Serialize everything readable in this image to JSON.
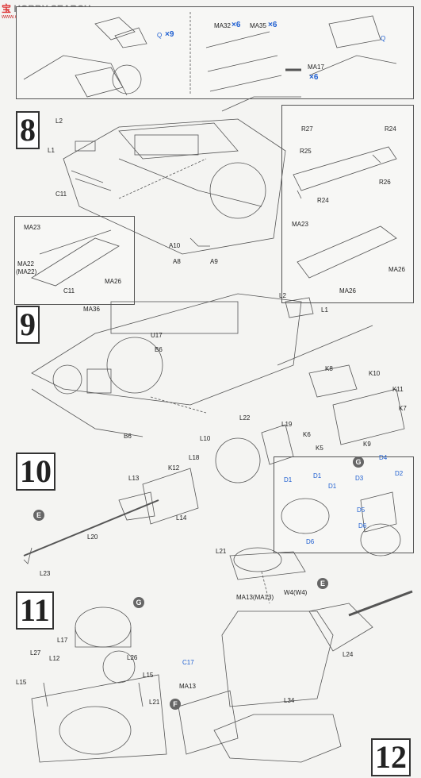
{
  "watermark": {
    "brand": "宝",
    "text": "HOBBY SEARCH",
    "url": "www.oow.com"
  },
  "steps": {
    "s8": "8",
    "s9": "9",
    "s10": "10",
    "s11": "11",
    "s12": "12"
  },
  "top_panel": {
    "labels": [
      "MA32",
      "MA35",
      "MA17",
      "Q",
      "Q"
    ],
    "counts": [
      "×9",
      "×6",
      "×6",
      "×6"
    ]
  },
  "step8": {
    "labels": [
      "L2",
      "L1",
      "C11",
      "A10",
      "A8",
      "A9"
    ],
    "inset_left": [
      "MA23",
      "MA22",
      "(MA22)",
      "C11",
      "MA26"
    ],
    "inset_right": [
      "R27",
      "R24",
      "R25",
      "R26",
      "R24",
      "MA23",
      "MA26",
      "MA26"
    ]
  },
  "step9": {
    "labels": [
      "MA36",
      "U17",
      "B6",
      "L2",
      "L1",
      "B6"
    ]
  },
  "step10": {
    "labels": [
      "L22",
      "L19",
      "L10",
      "L18",
      "K12",
      "L13",
      "L14",
      "L20",
      "L23",
      "K8",
      "K10",
      "K11",
      "K7",
      "K6",
      "K5",
      "K9"
    ],
    "inset": [
      "D4",
      "D2",
      "D3",
      "D1",
      "D1",
      "D1",
      "D5",
      "D6",
      "D6"
    ],
    "circle_e": "E",
    "circle_g": "G"
  },
  "step11": {
    "labels": [
      "L27",
      "L12",
      "L17",
      "L26",
      "L15",
      "L15",
      "L21"
    ],
    "circle_g": "G"
  },
  "step12": {
    "labels": [
      "L21",
      "MA13(MA13)",
      "W4(W4)",
      "C17",
      "MA13",
      "L24",
      "L34"
    ],
    "circle_e": "E",
    "circle_f": "F"
  }
}
